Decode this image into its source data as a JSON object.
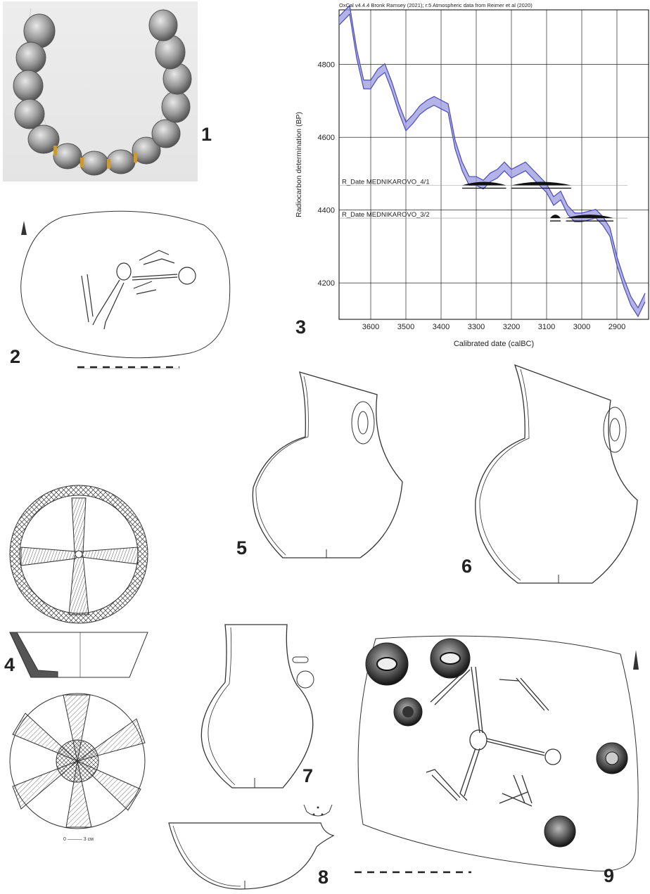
{
  "figure_labels": {
    "p1": "1",
    "p2": "2",
    "p3": "3",
    "p4": "4",
    "p5": "5",
    "p6": "6",
    "p7": "7",
    "p8": "8",
    "p9": "9"
  },
  "scale_note_4": "0 ——— 3 см",
  "chart_data": {
    "type": "line",
    "title": "OxCal v4.4.4 Bronk Ramsey (2021); r:5 Atmospheric data from Reimer et al (2020)",
    "xlabel": "Calibrated date (calBC)",
    "ylabel": "Radiocarbon determination (BP)",
    "xlim": [
      3690,
      2810
    ],
    "ylim": [
      4100,
      4950
    ],
    "x_ticks": [
      "3600",
      "3500",
      "3400",
      "3300",
      "3200",
      "3100",
      "3000",
      "2900"
    ],
    "y_ticks": [
      "4200",
      "4400",
      "4600",
      "4800"
    ],
    "grid": true,
    "curve_color": "#4a4ab8",
    "band_color": "#9a9ae0",
    "calibration_curve": {
      "x": [
        3690,
        3660,
        3640,
        3620,
        3600,
        3580,
        3560,
        3540,
        3520,
        3500,
        3480,
        3460,
        3440,
        3420,
        3400,
        3380,
        3360,
        3340,
        3320,
        3300,
        3280,
        3260,
        3240,
        3220,
        3200,
        3180,
        3160,
        3140,
        3120,
        3100,
        3080,
        3060,
        3040,
        3020,
        3000,
        2980,
        2960,
        2940,
        2920,
        2900,
        2880,
        2860,
        2840,
        2820
      ],
      "y": [
        4920,
        4950,
        4830,
        4745,
        4745,
        4775,
        4790,
        4740,
        4680,
        4630,
        4650,
        4675,
        4690,
        4700,
        4690,
        4680,
        4580,
        4520,
        4480,
        4480,
        4470,
        4490,
        4500,
        4520,
        4500,
        4510,
        4520,
        4500,
        4480,
        4460,
        4425,
        4440,
        4400,
        4380,
        4380,
        4385,
        4390,
        4370,
        4340,
        4260,
        4200,
        4150,
        4120,
        4160
      ],
      "band_halfwidth": 12
    },
    "dates": [
      {
        "label": "R_Date MEDNIKAROVO_4/1",
        "y": 4468,
        "line_range": [
          3690,
          2870
        ],
        "hpd": [
          [
            3340,
            3215
          ],
          [
            3200,
            3030
          ]
        ]
      },
      {
        "label": "R_Date MEDNIKAROVO_3/2",
        "y": 4378,
        "line_range": [
          3690,
          2870
        ],
        "hpd": [
          [
            3090,
            3060
          ],
          [
            3045,
            2910
          ]
        ]
      }
    ]
  }
}
